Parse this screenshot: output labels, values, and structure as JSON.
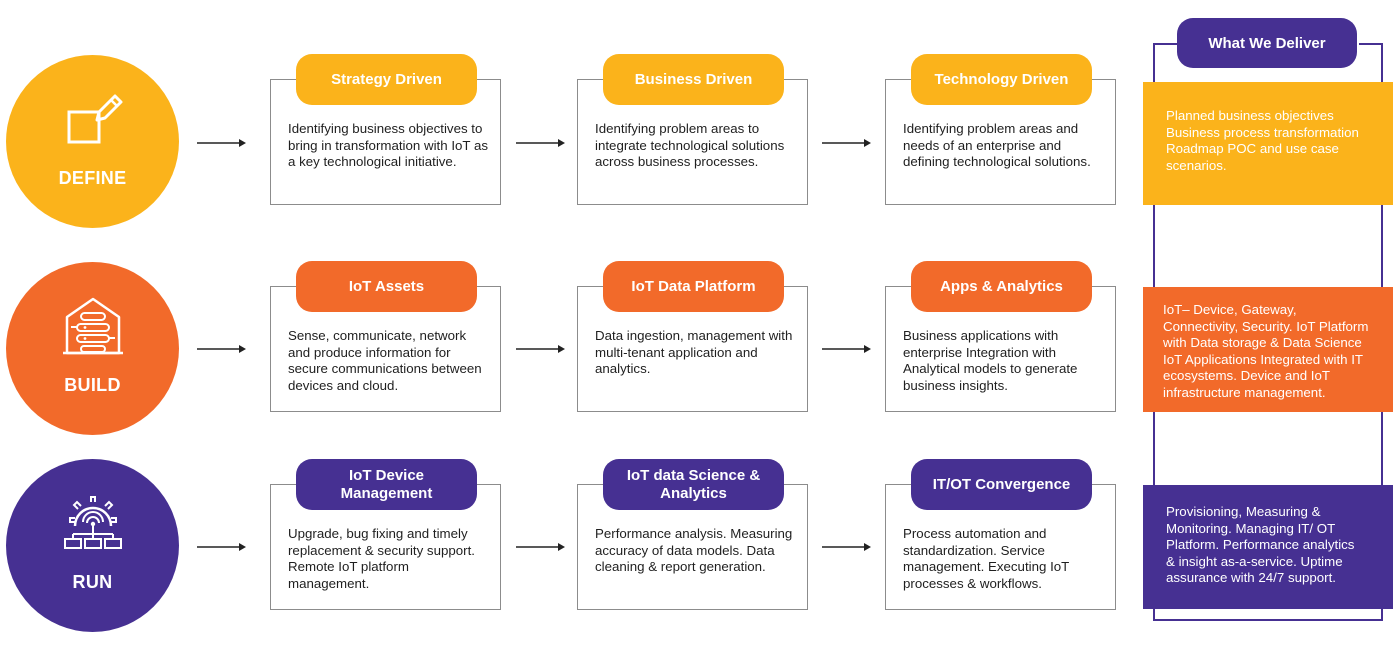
{
  "stages": [
    {
      "key": "define",
      "label": "DEFINE",
      "icon": "edit-square-icon",
      "color": "#fbb31b",
      "cards": [
        {
          "title": "Strategy Driven",
          "desc": "Identifying business objectives to bring in transformation with IoT as a key technological initiative."
        },
        {
          "title": "Business Driven",
          "desc": "Identifying problem areas to integrate technological solutions across business processes."
        },
        {
          "title": "Technology Driven",
          "desc": "Identifying problem areas and needs of an enterprise and defining technological solutions."
        }
      ]
    },
    {
      "key": "build",
      "label": "BUILD",
      "icon": "server-house-icon",
      "color": "#f26a2a",
      "cards": [
        {
          "title": "IoT Assets",
          "desc": "Sense, communicate, network and produce information for secure communications between devices and cloud."
        },
        {
          "title": "IoT Data Platform",
          "desc": "Data ingestion, management with multi-tenant application and analytics."
        },
        {
          "title": "Apps & Analytics",
          "desc": "Business applications with enterprise Integration with Analytical models to generate business insights."
        }
      ]
    },
    {
      "key": "run",
      "label": "RUN",
      "icon": "gear-network-icon",
      "color": "#463092",
      "cards": [
        {
          "title": "IoT  Device Management",
          "desc": "Upgrade, bug fixing and timely replacement & security support. Remote IoT platform management."
        },
        {
          "title": "IoT data Science & Analytics",
          "desc": "Performance analysis. Measuring accuracy of data models. Data cleaning & report generation."
        },
        {
          "title": "IT/OT Convergence",
          "desc": "Process automation and standardization. Service management. Executing IoT processes & workflows."
        }
      ]
    }
  ],
  "deliver": {
    "title": "What We Deliver",
    "define": [
      "Planned business objectives",
      "Business process transformation",
      "Roadmap POC and use case",
      "scenarios."
    ],
    "build": [
      "IoT– Device, Gateway,",
      "Connectivity, Security. IoT Platform",
      "with Data storage & Data Science",
      "IoT Applications Integrated with IT",
      "ecosystems. Device and IoT",
      "infrastructure management."
    ],
    "run": [
      "Provisioning, Measuring &",
      "Monitoring. Managing IT/ OT",
      "Platform. Performance analytics",
      "& insight as-a-service. Uptime",
      "assurance  with 24/7 support."
    ]
  }
}
